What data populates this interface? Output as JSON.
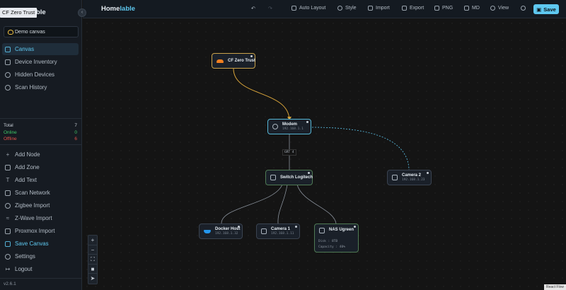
{
  "tooltip": "CF Zero Trust",
  "brand_partial": "lable",
  "app": {
    "name_main": "Home",
    "name_accent": "lable",
    "version": "v2.6.1"
  },
  "canvas_select": {
    "value": "Demo canvas"
  },
  "nav_primary": [
    {
      "label": "Canvas",
      "icon": "grid-icon",
      "active": true
    },
    {
      "label": "Device Inventory",
      "icon": "list-icon"
    },
    {
      "label": "Hidden Devices",
      "icon": "eye-off-icon"
    },
    {
      "label": "Scan History",
      "icon": "history-icon"
    }
  ],
  "stats": {
    "total_label": "Total",
    "total": "7",
    "online_label": "Online",
    "online": "0",
    "offline_label": "Offline",
    "offline": "6"
  },
  "nav_actions": [
    {
      "label": "Add Node",
      "icon": "plus-icon"
    },
    {
      "label": "Add Zone",
      "icon": "zone-icon"
    },
    {
      "label": "Add Text",
      "icon": "text-icon"
    },
    {
      "label": "Scan Network",
      "icon": "scan-icon"
    },
    {
      "label": "Zigbee Import",
      "icon": "zigbee-icon"
    },
    {
      "label": "Z-Wave Import",
      "icon": "zwave-icon"
    },
    {
      "label": "Proxmox Import",
      "icon": "proxmox-icon"
    },
    {
      "label": "Save Canvas",
      "icon": "save-icon",
      "highlight": true
    },
    {
      "label": "Settings",
      "icon": "gear-icon"
    },
    {
      "label": "Logout",
      "icon": "logout-icon"
    }
  ],
  "toolbar": {
    "auto_layout": "Auto Layout",
    "style": "Style",
    "import": "Import",
    "export": "Export",
    "png": "PNG",
    "md": "MD",
    "view": "View",
    "save": "Save"
  },
  "nodes": {
    "cf": {
      "label": "CF Zero Trust"
    },
    "modem": {
      "label": "Modem",
      "ip": "192.168.1.1"
    },
    "switch": {
      "label": "Switch Logitech"
    },
    "camera2": {
      "label": "Camera 2",
      "ip": "192.168.1.23"
    },
    "docker": {
      "label": "Docker Host",
      "ip": "192.168.1.32"
    },
    "camera1": {
      "label": "Camera 1",
      "ip": "192.168.1.11"
    },
    "nas": {
      "label": "NAS Ugreen",
      "prop1": "Disk : 8TB",
      "prop2": "Capacity : 40%"
    }
  },
  "edge_label": "GRT 4",
  "attribution": "React Flow",
  "colors": {
    "accent": "#5ec8f0",
    "online": "#3fc968",
    "offline": "#e5534b",
    "cf_edge": "#d7a33a"
  }
}
